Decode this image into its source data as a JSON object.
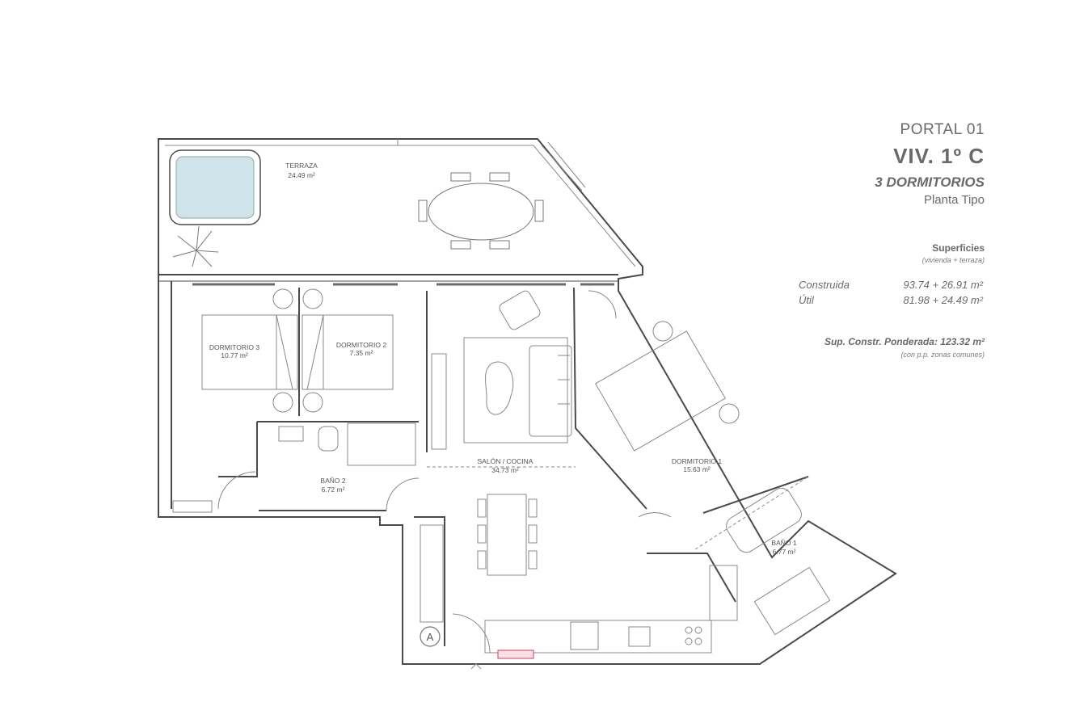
{
  "header": {
    "portal": "PORTAL 01",
    "vivienda": "VIV. 1º C",
    "dormitorios": "3 DORMITORIOS",
    "planta": "Planta Tipo"
  },
  "superficies": {
    "title": "Superficies",
    "subtitle": "(vivienda + terraza)",
    "construida_label": "Construida",
    "construida_value": "93.74 + 26.91 m²",
    "util_label": "Útil",
    "util_value": "81.98 + 24.49 m²",
    "ponderada": "Sup. Constr. Ponderada: 123.32 m²",
    "ponderada_note": "(con p.p. zonas comunes)"
  },
  "rooms": {
    "terraza": {
      "name": "TERRAZA",
      "area": "24.49 m²"
    },
    "dormitorio3": {
      "name": "DORMITORIO 3",
      "area": "10.77 m²"
    },
    "dormitorio2": {
      "name": "DORMITORIO 2",
      "area": "7.35 m²"
    },
    "salon": {
      "name": "SALÓN / COCINA",
      "area": "34.73 m²"
    },
    "dormitorio1": {
      "name": "DORMITORIO 1",
      "area": "15.63 m²"
    },
    "bano2": {
      "name": "BAÑO 2",
      "area": "6.72 m²"
    },
    "bano1": {
      "name": "BAÑO 1",
      "area": "6.77 m²"
    }
  },
  "entrance_marker": "A",
  "colors": {
    "wall": "#4a4a4a",
    "line": "#8a8a8a",
    "pool": "#cfe4ea",
    "accent": "#d04060"
  }
}
